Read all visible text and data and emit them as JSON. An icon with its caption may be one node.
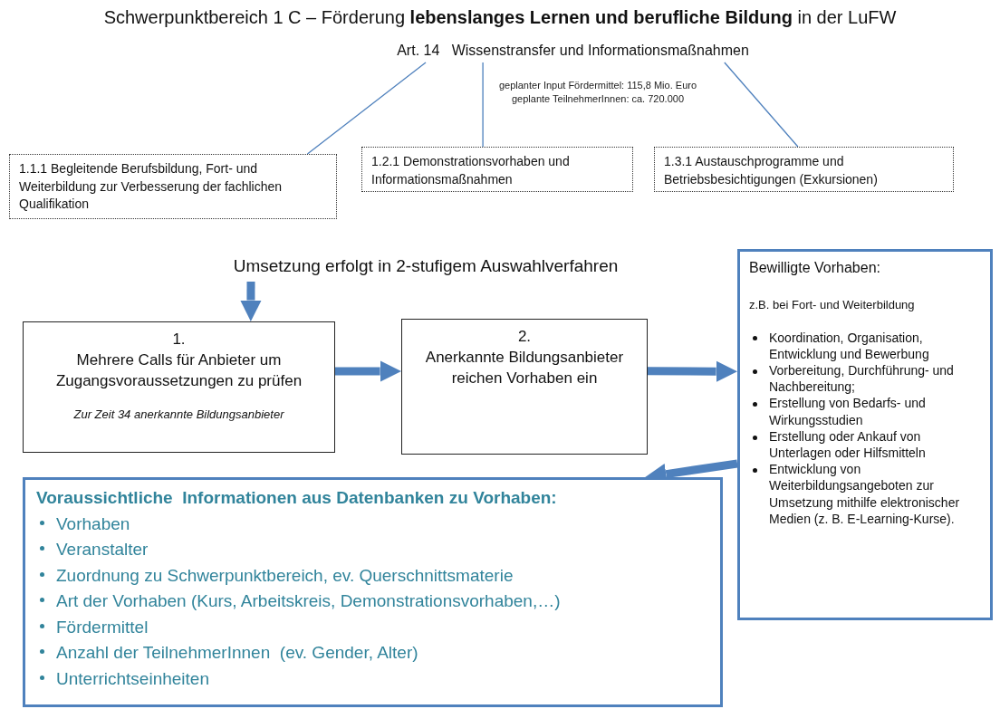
{
  "diagram": {
    "title": "Schwerpunktbereich  1 C – Förderung **lebenslanges Lernen und berufliche Bildung** in der LuFW",
    "nodes": [
      {
        "text": [
          "Art. 14   Wissenstransfer und Informationsmaßnahmen"
        ]
      },
      {
        "text": [
          "1.1.1 Begleitende Berufsbildung, Fort- und Weiterbildung zur Verbesserung der fachlichen Qualifikation"
        ]
      },
      {
        "text": [
          "1.2.1 Demonstrationsvorhaben und Informationsmaßnahmen"
        ]
      },
      {
        "text": [
          "1.3.1 Austauschprogramme und Betriebsbesichtigungen (Exkursionen)"
        ]
      },
      {
        "text": [
          "Umsetzung erfolgt in 2-stufigem Auswahlverfahren"
        ]
      },
      {
        "text": [
          "1.",
          "Mehrere Calls für Anbieter um Zugangsvoraussetzungen zu prüfen",
          "Zur Zeit 34 anerkannte Bildungsanbieter"
        ]
      },
      {
        "text": [
          "2.",
          "Anerkannte Bildungsanbieter reichen Vorhaben ein"
        ]
      },
      {
        "text": [
          "Bewilligte Vorhaben:",
          "z.B. bei Fort- und Weiterbildung",
          "Koordination, Organisation, Entwicklung und Bewerbung",
          "Vorbereitung, Durchführung- und Nachbereitung;",
          "Erstellung von Bedarfs- und Wirkungsstudien",
          "Erstellung oder Ankauf von Unterlagen oder Hilfsmitteln",
          "Entwicklung von Weiterbildungsangeboten zur Umsetzung mithilfe elektronischer Medien (z. B. E-Learning-Kurse)."
        ]
      },
      {
        "text": [
          "Voraussichtliche  Informationen aus Datenbanken zu Vorhaben:",
          "Vorhaben",
          "Veranstalter",
          "Zuordnung zu Schwerpunktbereich, ev. Querschnittsmaterie",
          "Art der Vorhaben (Kurs, Arbeitskreis, Demonstrationsvorhaben,…)",
          "Fördermittel",
          "Anzahl der TeilnehmerInnen  (ev. Gender, Alter)",
          "Unterrichtseinheiten"
        ]
      }
    ],
    "edges": [
      {
        "from": 0,
        "to": 1,
        "arrow": "none"
      },
      {
        "from": 0,
        "to": 2,
        "arrow": "none"
      },
      {
        "from": 0,
        "to": 3,
        "arrow": "none"
      },
      {
        "from": 4,
        "to": 5,
        "arrow": "to"
      },
      {
        "from": 5,
        "to": 6,
        "arrow": "to"
      },
      {
        "from": 6,
        "to": 7,
        "arrow": "to"
      },
      {
        "from": 7,
        "to": 8,
        "arrow": "to"
      }
    ],
    "labels": [
      "geplanter Input Fördermittel: 115,8 Mio. Euro",
      "geplante TeilnehmerInnen: ca. 720.000"
    ]
  }
}
